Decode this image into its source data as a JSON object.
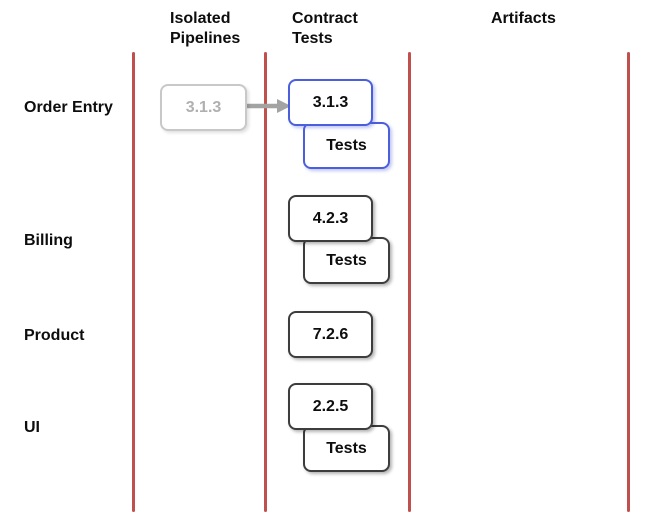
{
  "columns": {
    "isolated_pipelines": "Isolated\nPipelines",
    "contract_tests": "Contract\nTests",
    "artifacts": "Artifacts"
  },
  "lanes": [
    {
      "label": "Order Entry",
      "isolated_box": {
        "version": "3.1.3"
      },
      "contract_box": {
        "version": "3.1.3",
        "tests_label": "Tests",
        "highlighted": true
      }
    },
    {
      "label": "Billing",
      "contract_box": {
        "version": "4.2.3",
        "tests_label": "Tests",
        "highlighted": false
      }
    },
    {
      "label": "Product",
      "contract_box": {
        "version": "7.2.6",
        "highlighted": false
      }
    },
    {
      "label": "UI",
      "contract_box": {
        "version": "2.2.5",
        "tests_label": "Tests",
        "highlighted": false
      }
    }
  ],
  "colors": {
    "lane_line": "#c0504d",
    "highlight": "#4b5fdc",
    "box_border": "#3d3d3d",
    "muted_border": "#c8c8c8",
    "muted_text": "#b0b0b0",
    "arrow": "#a3a3a3"
  }
}
